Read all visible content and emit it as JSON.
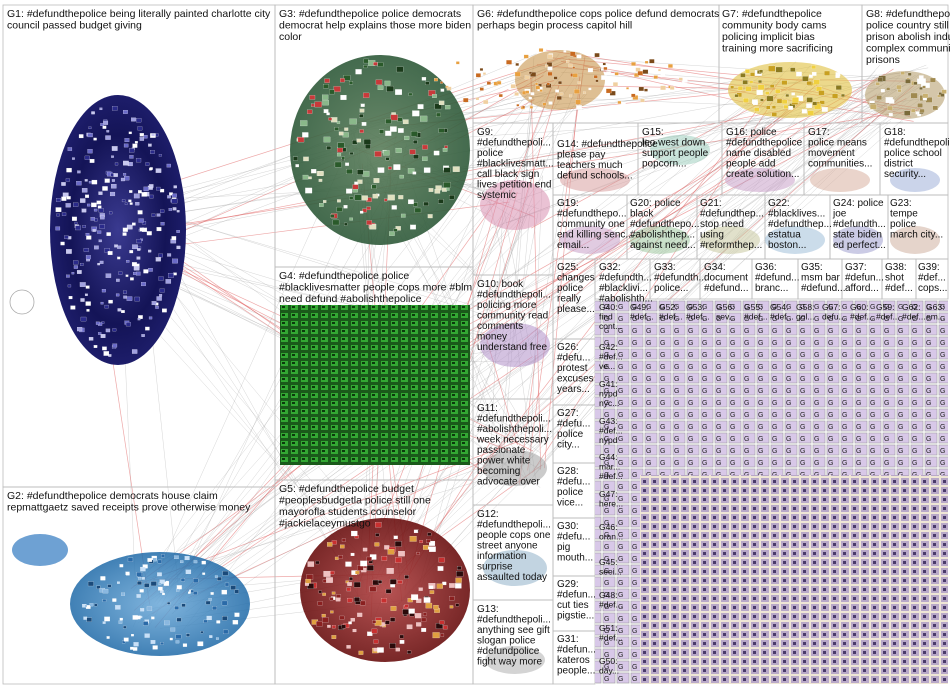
{
  "groups": [
    {
      "id": "G1",
      "lines": [
        "G1: #defundthepolice being literally painted charlotte city",
        "council passed budget giving"
      ],
      "color": "#1a1a6e",
      "style": "big"
    },
    {
      "id": "G2",
      "lines": [
        "G2: #defundthepolice democrats house claim",
        "repmattgaetz saved receipts prove otherwise money"
      ],
      "color": "#2b7fc4",
      "style": "big"
    },
    {
      "id": "G3",
      "lines": [
        "G3: #defundthepolice police democrats",
        "democrat help explains those more biden",
        "color"
      ],
      "color": "#2e6b3a",
      "style": "big"
    },
    {
      "id": "G4",
      "lines": [
        "G4: #defundthepolice police",
        "#blacklivesmatter people cops more #blm",
        "need defund #abolishthepolice"
      ],
      "color": "#1f8f1f",
      "style": "big"
    },
    {
      "id": "G5",
      "lines": [
        "G5: #defundthepolice budget",
        "#peoplesbudgetla police still one",
        "mayorofla students counselor",
        "#jackielaceymustgo"
      ],
      "color": "#8b1a1a",
      "style": "big"
    },
    {
      "id": "G6",
      "lines": [
        "G6: #defundthepolice cops police defund democrats",
        "perhaps begin process capitol hill"
      ],
      "color": "#c27a1a",
      "style": "big"
    },
    {
      "id": "G7",
      "lines": [
        "G7: #defundthepolice",
        "community body cams",
        "policing implicit bias",
        "training more sacrificing"
      ],
      "color": "#c9a21a",
      "style": "big"
    },
    {
      "id": "G8",
      "lines": [
        "G8: #defundthepolice",
        "police country still",
        "prison abolish industrial",
        "complex communities",
        "prisons"
      ],
      "color": "#7a6a2a",
      "style": "big"
    },
    {
      "id": "G9",
      "lines": [
        "G9:",
        "#defundthepoli...",
        "police",
        "#blacklivesmatt...",
        "call black sign",
        "lives petition end",
        "systemic"
      ],
      "color": "#b0306a",
      "style": "normal"
    },
    {
      "id": "G10",
      "lines": [
        "G10: book",
        "#defundthepoli...",
        "policing more",
        "community read",
        "comments",
        "money",
        "understand free"
      ],
      "color": "#6a3a8a",
      "style": "normal"
    },
    {
      "id": "G11",
      "lines": [
        "G11:",
        "#defundthepoli...",
        "#abolishthepoli...",
        "week necessary",
        "passionate",
        "power white",
        "becoming",
        "advocate over"
      ],
      "color": "#555555",
      "style": "normal"
    },
    {
      "id": "G12",
      "lines": [
        "G12:",
        "#defundthepoli...",
        "people cops one",
        "street anyone",
        "information",
        "surprise",
        "assaulted today"
      ],
      "color": "#3a6a8a",
      "style": "normal"
    },
    {
      "id": "G13",
      "lines": [
        "G13:",
        "#defundthepoli...",
        "anything see gift",
        "slogan police",
        "#defundpolice",
        "fight way more"
      ],
      "color": "#4a4a4a",
      "style": "normal"
    },
    {
      "id": "G14",
      "lines": [
        "G14: #defundthepolice",
        "please pay",
        "teachers much",
        "defund schools..."
      ],
      "color": "#8a2a2a",
      "style": "normal"
    },
    {
      "id": "G15",
      "lines": [
        "G15:",
        "leo west down",
        "support people",
        "popcorn..."
      ],
      "color": "#2a7a6a",
      "style": "normal"
    },
    {
      "id": "G16",
      "lines": [
        "G16: police",
        "#defundthepolice",
        "name disabled",
        "people add",
        "create solution..."
      ],
      "color": "#6a2a6a",
      "style": "normal"
    },
    {
      "id": "G17",
      "lines": [
        "G17:",
        "police means",
        "movement",
        "communities..."
      ],
      "color": "#9a3a2a",
      "style": "normal"
    },
    {
      "id": "G18",
      "lines": [
        "G18:",
        "#defundthepoli...",
        "police school",
        "district",
        "security..."
      ],
      "color": "#2a4a8a",
      "style": "normal"
    },
    {
      "id": "G19",
      "lines": [
        "G19:",
        "#defundthepo...",
        "community one",
        "end killing senc...",
        "email..."
      ],
      "color": "#7a2a7a",
      "style": "normal"
    },
    {
      "id": "G20",
      "lines": [
        "G20: police",
        "black",
        "#defundthepo...",
        "#abolishthep...",
        "against need..."
      ],
      "color": "#2a6a2a",
      "style": "normal"
    },
    {
      "id": "G21",
      "lines": [
        "G21:",
        "#defundthep...",
        "stop need",
        "using",
        "#reformthep..."
      ],
      "color": "#5a5a2a",
      "style": "normal"
    },
    {
      "id": "G22",
      "lines": [
        "G22:",
        "#blacklives...",
        "#defundthep...",
        "estatua",
        "boston..."
      ],
      "color": "#2a5a7a",
      "style": "normal"
    },
    {
      "id": "G23",
      "lines": [
        "G23:",
        "tempe",
        "police",
        "march city..."
      ],
      "color": "#7a4a2a",
      "style": "normal"
    },
    {
      "id": "G24",
      "lines": [
        "G24: police",
        "joe",
        "#defundth...",
        "state biden",
        "ed perfect..."
      ],
      "color": "#3a3a7a",
      "style": "normal"
    },
    {
      "id": "G25",
      "lines": [
        "G25:",
        "changes",
        "police",
        "really",
        "please..."
      ],
      "color": "#5a2a4a",
      "style": "normal"
    },
    {
      "id": "G26",
      "lines": [
        "G26:",
        "#defu...",
        "protest",
        "excuses",
        "years..."
      ],
      "color": "#4a6a4a",
      "style": "normal"
    },
    {
      "id": "G27",
      "lines": [
        "G27:",
        "#defu...",
        "police",
        "city..."
      ],
      "color": "#6a4a6a",
      "style": "normal"
    },
    {
      "id": "G28",
      "lines": [
        "G28:",
        "#defu...",
        "police",
        "vice..."
      ],
      "color": "#4a4a6a",
      "style": "normal"
    },
    {
      "id": "G29",
      "lines": [
        "G29:",
        "#defun...",
        "cut ties",
        "pigstie..."
      ],
      "color": "#8a5a2a",
      "style": "normal"
    },
    {
      "id": "G30",
      "lines": [
        "G30:",
        "#defu...",
        "pig",
        "mouth..."
      ],
      "color": "#2a6a6a",
      "style": "normal"
    },
    {
      "id": "G31",
      "lines": [
        "G31:",
        "#defun...",
        "kateros",
        "people..."
      ],
      "color": "#6a6a2a",
      "style": "normal"
    },
    {
      "id": "G32",
      "lines": [
        "G32:",
        "#defundth...",
        "#blacklivi...",
        "#abolishth..."
      ],
      "color": "#3a7a3a",
      "style": "normal"
    },
    {
      "id": "G33",
      "lines": [
        "G33:",
        "#defundth...",
        "police..."
      ],
      "color": "#7a3a3a",
      "style": "normal"
    },
    {
      "id": "G34",
      "lines": [
        "G34:",
        "document",
        "#defund..."
      ],
      "color": "#3a3a3a",
      "style": "normal"
    },
    {
      "id": "G35",
      "lines": [
        "G35:",
        "msm bar",
        "#defund..."
      ],
      "color": "#5a3a7a",
      "style": "normal"
    },
    {
      "id": "G36",
      "lines": [
        "G36:",
        "#defund...",
        "branc..."
      ],
      "color": "#3a5a5a",
      "style": "normal"
    },
    {
      "id": "G37",
      "lines": [
        "G37:",
        "#defun...",
        "afford..."
      ],
      "color": "#7a5a3a",
      "style": "normal"
    },
    {
      "id": "G38",
      "lines": [
        "G38:",
        "shot",
        "#def..."
      ],
      "color": "#5a7a3a",
      "style": "normal"
    },
    {
      "id": "G39",
      "lines": [
        "G39:",
        "#def...",
        "cops..."
      ],
      "color": "#3a5a7a",
      "style": "normal"
    }
  ],
  "small_labels": [
    [
      "G40",
      "find",
      "cont..."
    ],
    [
      "G49",
      "#def..."
    ],
    [
      "G52",
      "#def..."
    ],
    [
      "G53",
      "#def..."
    ],
    [
      "G56",
      "sev..."
    ],
    [
      "G55",
      "#def..."
    ],
    [
      "G54",
      "#def..."
    ],
    [
      "G58",
      "gol..."
    ],
    [
      "G57",
      "defu..."
    ],
    [
      "G60",
      "#def..."
    ],
    [
      "G59",
      "#def..."
    ],
    [
      "G62",
      "#def..."
    ],
    [
      "G63",
      "em..."
    ],
    [
      "G42",
      "#def...",
      "ve..."
    ],
    [
      "G41",
      "nypd",
      "nyc..."
    ],
    [
      "G43",
      "#def...",
      "nypd"
    ],
    [
      "G44",
      "mar...",
      "#def..."
    ],
    [
      "G47",
      "here..."
    ],
    [
      "G46",
      "oran..."
    ],
    [
      "G45",
      "seei..."
    ],
    [
      "G48",
      "#def..."
    ],
    [
      "G51",
      "#def..."
    ],
    [
      "G50",
      "day..."
    ]
  ],
  "colors": {
    "edge_gray": "#8a8a8a",
    "edge_red": "#e06060",
    "panel_border": "#bbbbbb",
    "background": "#ffffff"
  }
}
